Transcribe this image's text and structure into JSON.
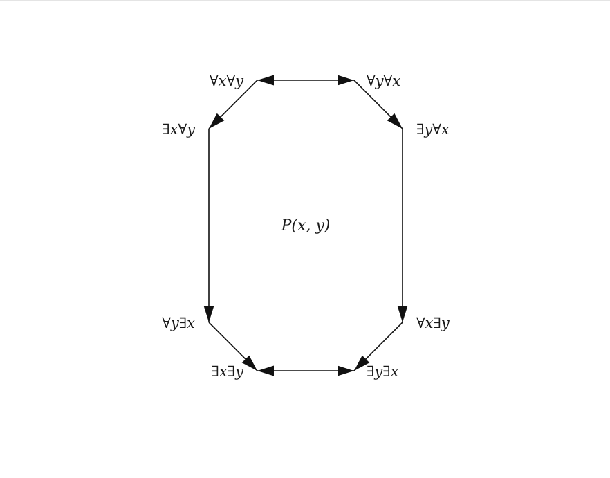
{
  "diagram": {
    "center_label": "P(x, y)",
    "nodes": [
      {
        "id": "AxAy",
        "label": "∀x∀y"
      },
      {
        "id": "AyAx",
        "label": "∀y∀x"
      },
      {
        "id": "ExAy",
        "label": "∃x∀y"
      },
      {
        "id": "EyAx",
        "label": "∃y∀x"
      },
      {
        "id": "AyEx",
        "label": "∀y∃x"
      },
      {
        "id": "AxEy",
        "label": "∀x∃y"
      },
      {
        "id": "ExEy",
        "label": "∃x∃y"
      },
      {
        "id": "EyEx",
        "label": "∃y∃x"
      }
    ],
    "edges": [
      {
        "from": "AxAy",
        "to": "AyAx",
        "bidirectional": true
      },
      {
        "from": "AxAy",
        "to": "ExAy",
        "bidirectional": false
      },
      {
        "from": "AyAx",
        "to": "EyAx",
        "bidirectional": false
      },
      {
        "from": "ExAy",
        "to": "AyEx",
        "bidirectional": false
      },
      {
        "from": "EyAx",
        "to": "AxEy",
        "bidirectional": false
      },
      {
        "from": "AyEx",
        "to": "ExEy",
        "bidirectional": false
      },
      {
        "from": "AxEy",
        "to": "EyEx",
        "bidirectional": false
      },
      {
        "from": "ExEy",
        "to": "EyEx",
        "bidirectional": true
      }
    ]
  }
}
